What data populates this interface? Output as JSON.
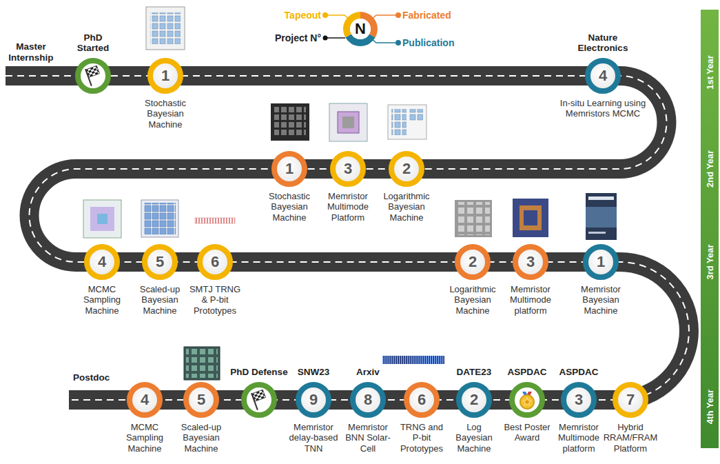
{
  "diagram": {
    "nodes": [
      {
        "text": [
          "PhD Started"
        ]
      },
      {
        "text": [
          "1",
          "Stochastic Bayesian Machine"
        ]
      },
      {
        "text": [
          "Nature Electronics",
          "4",
          "In-situ Learning using Memristors MCMC"
        ]
      },
      {
        "text": [
          "2",
          "Logarithmic Bayesian Machine"
        ]
      },
      {
        "text": [
          "3",
          "Memristor Multimode Platform"
        ]
      },
      {
        "text": [
          "1",
          "Stochastic Bayesian Machine"
        ]
      },
      {
        "text": [
          "4",
          "MCMC Sampling Machine"
        ]
      },
      {
        "text": [
          "5",
          "Scaled-up Bayesian Machine"
        ]
      },
      {
        "text": [
          "6",
          "SMTJ TRNG & P-bit Prototypes"
        ]
      },
      {
        "text": [
          "2",
          "Logarithmic Bayesian Machine"
        ]
      },
      {
        "text": [
          "3",
          "Memristor Multimode platform"
        ]
      },
      {
        "text": [
          "1",
          "Memristor Bayesian Machine"
        ]
      },
      {
        "text": [
          "7",
          "Hybrid RRAM/FRAM Platform"
        ]
      },
      {
        "text": [
          "ASPDAC",
          "3",
          "Memristor Multimode platform"
        ]
      },
      {
        "text": [
          "ASPDAC",
          "Best Poster Award"
        ]
      },
      {
        "text": [
          "DATE23",
          "2",
          "Log Bayesian Machine"
        ]
      },
      {
        "text": [
          "6",
          "TRNG and P-bit Prototypes"
        ]
      },
      {
        "text": [
          "Arxiv",
          "8",
          "Memristor BNN Solar-Cell"
        ]
      },
      {
        "text": [
          "SNW23",
          "9",
          "Memristor delay-based TNN"
        ]
      },
      {
        "text": [
          "PhD Defense"
        ]
      },
      {
        "text": [
          "5",
          "Scaled-up Bayesian Machine"
        ]
      },
      {
        "text": [
          "4",
          "MCMC Sampling Machine"
        ]
      },
      {
        "text": [
          "1st Year",
          "2nd Year",
          "3rd Year",
          "4th Year"
        ]
      }
    ],
    "labels": [
      "Master Internship",
      "Postdoc",
      "N"
    ],
    "legend": [
      {
        "text": "Tapeout",
        "color": "#f4b400"
      },
      {
        "text": "Fabricated",
        "color": "#ed7d31"
      },
      {
        "text": "Publication",
        "color": "#1f7a99"
      },
      {
        "text": "Project N°"
      }
    ]
  }
}
